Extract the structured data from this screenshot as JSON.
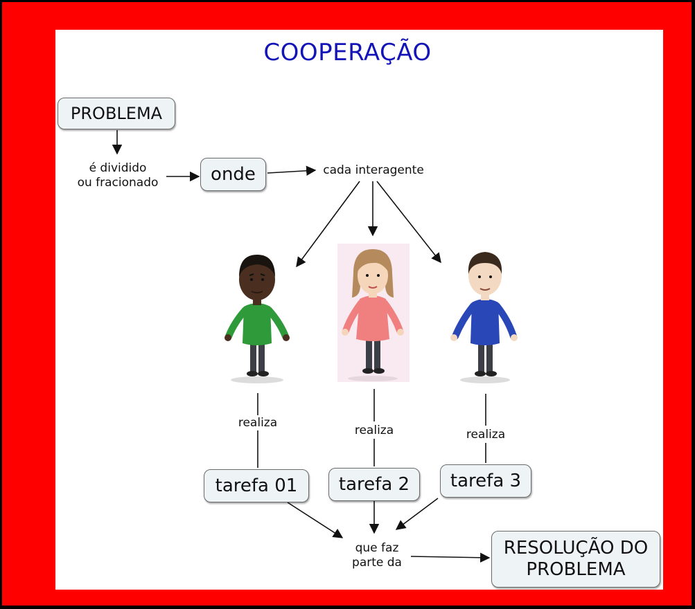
{
  "title": "COOPERAÇÃO",
  "nodes": {
    "problema": "PROBLEMA",
    "onde": "onde",
    "tarefa1": "tarefa 01",
    "tarefa2": "tarefa 2",
    "tarefa3": "tarefa 3",
    "resolucao": "RESOLUÇÃO DO\nPROBLEMA"
  },
  "links": {
    "dividido": "é dividido\nou fracionado",
    "cada": "cada interagente",
    "realiza1": "realiza",
    "realiza2": "realiza",
    "realiza3": "realiza",
    "quefaz": "que faz\nparte da"
  },
  "figures": [
    {
      "name": "avatar-green",
      "skin": "#4a2e1f",
      "hair": "#1a1410",
      "shirt": "#2e9a3a"
    },
    {
      "name": "avatar-pink",
      "skin": "#f6d6bb",
      "hair": "#b58a5c",
      "shirt": "#f08080"
    },
    {
      "name": "avatar-blue",
      "skin": "#f3d9c2",
      "hair": "#3a2a1e",
      "shirt": "#2a47b8"
    }
  ],
  "colors": {
    "frame": "#ff0000",
    "title": "#1313b8",
    "node_fill": "#eef3f6"
  }
}
